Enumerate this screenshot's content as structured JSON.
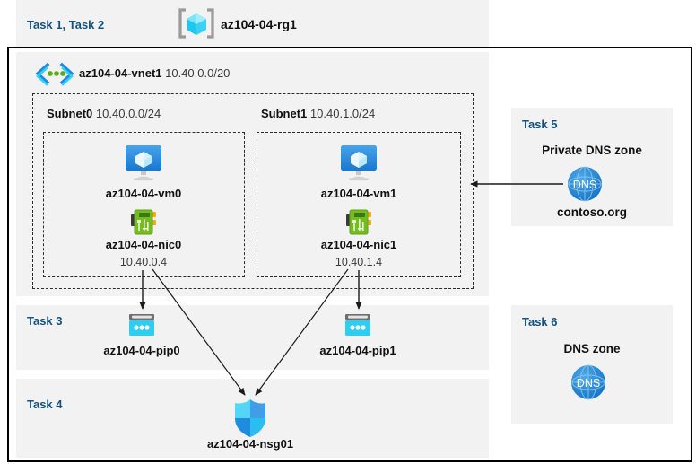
{
  "resource_group": {
    "tasks_label": "Task 1, Task 2",
    "name": "az104-04-rg1",
    "icon": "resource-group-cube-icon"
  },
  "vnet": {
    "name": "az104-04-vnet1",
    "cidr": "10.40.0.0/20",
    "icon": "virtual-network-icon"
  },
  "subnets": [
    {
      "label": "Subnet0",
      "cidr": "10.40.0.0/24",
      "vm": {
        "name": "az104-04-vm0",
        "icon": "virtual-machine-icon"
      },
      "nic": {
        "name": "az104-04-nic0",
        "ip": "10.40.0.4",
        "icon": "network-interface-icon"
      }
    },
    {
      "label": "Subnet1",
      "cidr": "10.40.1.0/24",
      "vm": {
        "name": "az104-04-vm1",
        "icon": "virtual-machine-icon"
      },
      "nic": {
        "name": "az104-04-nic1",
        "ip": "10.40.1.4",
        "icon": "network-interface-icon"
      }
    }
  ],
  "task3": {
    "label": "Task 3",
    "pips": [
      {
        "name": "az104-04-pip0",
        "icon": "public-ip-address-icon"
      },
      {
        "name": "az104-04-pip1",
        "icon": "public-ip-address-icon"
      }
    ]
  },
  "task4": {
    "label": "Task 4",
    "nsg": {
      "name": "az104-04-nsg01",
      "icon": "network-security-group-shield-icon"
    }
  },
  "task5": {
    "label": "Task 5",
    "title": "Private DNS zone",
    "zone_name": "contoso.org",
    "icon": "dns-globe-icon",
    "icon_text": "DNS"
  },
  "task6": {
    "label": "Task 6",
    "title": "DNS zone",
    "icon": "dns-globe-icon",
    "icon_text": "DNS"
  },
  "colors": {
    "panel_background": "#f2f2f2",
    "page_background": "#ffffff",
    "border": "#000000",
    "task_label": "#13517f",
    "dashed_border": "#2b2b2b",
    "azure_blue": "#0078d4",
    "cyan": "#32c8f0",
    "nic_green": "#6fb52a",
    "dns_blue": "#1b83d6",
    "shield_light": "#50d3f5",
    "shield_dark": "#1f8ce0"
  }
}
